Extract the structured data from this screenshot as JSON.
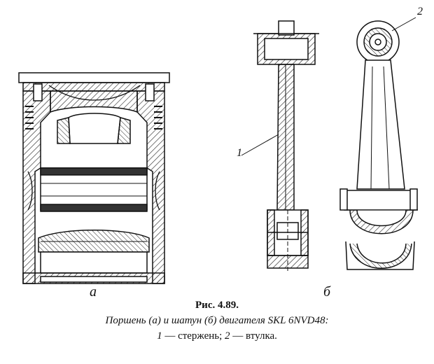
{
  "figure": {
    "number": "Рис. 4.89.",
    "title": "Поршень (а) и шатун (б) двигателя SKL 6NVD48:",
    "legend": [
      {
        "num": "1",
        "text": " — стержень; "
      },
      {
        "num": "2",
        "text": " — втулка."
      }
    ]
  },
  "panels": {
    "piston_label": "а",
    "rod_label": "б"
  },
  "callouts": {
    "rod_shank": "1",
    "bushing": "2"
  }
}
